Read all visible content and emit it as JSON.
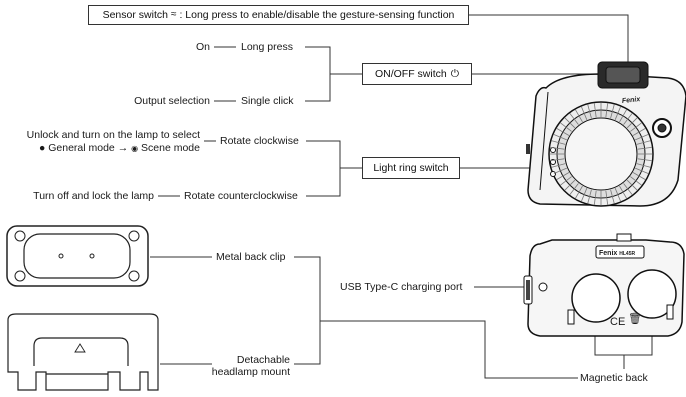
{
  "sensor_box": {
    "prefix": "Sensor switch",
    "icon": "gesture-sensor-icon",
    "text": ": Long press to enable/disable the gesture-sensing function"
  },
  "onoff_box": {
    "label": "ON/OFF switch",
    "icon": "power-icon"
  },
  "light_ring_box": {
    "label": "Light ring switch"
  },
  "onoff_actions": [
    {
      "result": "On",
      "action": "Long press"
    },
    {
      "result": "Output selection",
      "action": "Single click"
    }
  ],
  "ring_actions": [
    {
      "result_line1": "Unlock and turn on the lamp to select",
      "result_line2_a": "General mode",
      "result_line2_b": "Scene mode",
      "action": "Rotate clockwise"
    },
    {
      "result": "Turn off and lock the lamp",
      "action": "Rotate counterclockwise"
    }
  ],
  "back_labels": {
    "metal_clip": "Metal back clip",
    "mount_line1": "Detachable",
    "mount_line2": "headlamp mount",
    "usb": "USB Type-C charging port",
    "magnetic": "Magnetic back"
  },
  "brand": "Fenix",
  "brand_model": "HL45R",
  "marks": {
    "ce": "CE"
  }
}
